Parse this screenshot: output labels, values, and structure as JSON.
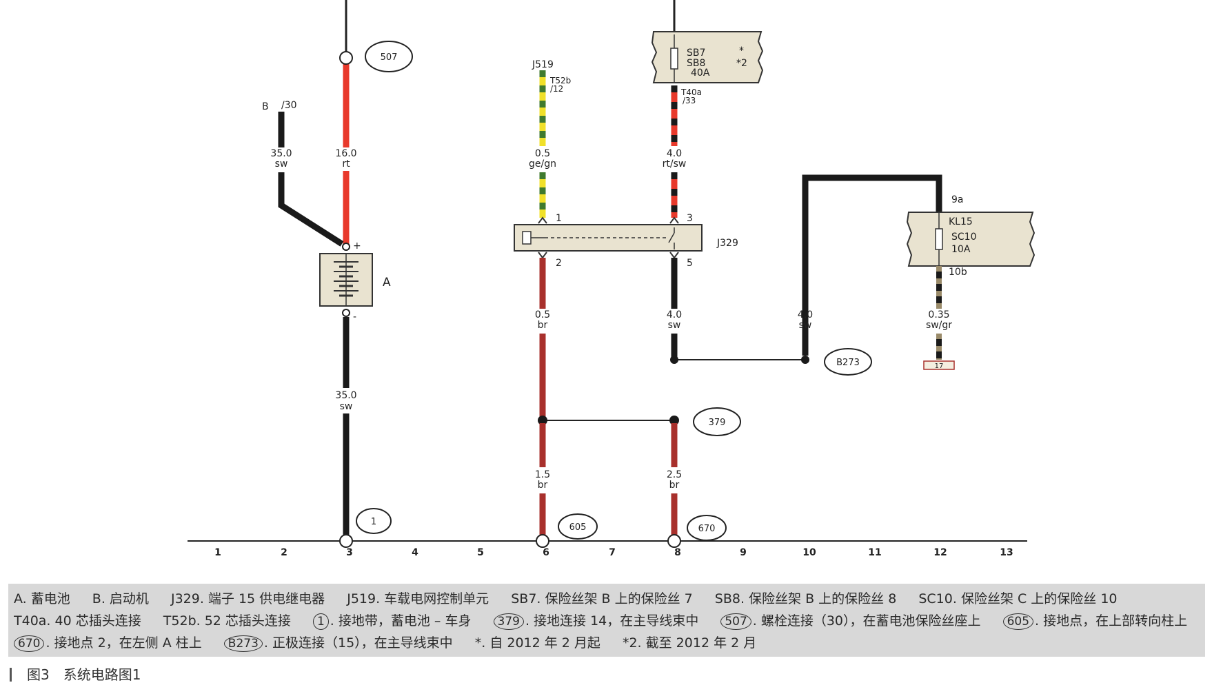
{
  "wires": [
    {
      "id": "w507",
      "gauge": "16.0",
      "color": "rt"
    },
    {
      "id": "wB",
      "gauge": "35.0",
      "color": "sw"
    },
    {
      "id": "wBat",
      "gauge": "35.0",
      "color": "sw"
    },
    {
      "id": "wJ519",
      "gauge": "0.5",
      "color": "ge/gn"
    },
    {
      "id": "wSB",
      "gauge": "4.0",
      "color": "rt/sw"
    },
    {
      "id": "wJ329_2",
      "gauge": "0.5",
      "color": "br"
    },
    {
      "id": "wJ329_5",
      "gauge": "4.0",
      "color": "sw"
    },
    {
      "id": "wKL15",
      "gauge": "4.0",
      "color": "sw"
    },
    {
      "id": "wSC",
      "gauge": "0.35",
      "color": "sw/gr"
    },
    {
      "id": "w605",
      "gauge": "1.5",
      "color": "br"
    },
    {
      "id": "w670",
      "gauge": "2.5",
      "color": "br"
    }
  ],
  "bubbles": {
    "b507": "507",
    "b1": "1",
    "b605": "605",
    "b670": "670",
    "b379": "379",
    "bB273": "B273"
  },
  "components": {
    "battery": "A",
    "starter_b": "B",
    "starter_30": "/30",
    "j519": "J519",
    "t52b": "T52b",
    "t52b_pin": "/12",
    "t40a": "T40a",
    "t40a_pin": "/33",
    "j329": "J329",
    "pin1": "1",
    "pin2": "2",
    "pin3": "3",
    "pin5": "5",
    "plus": "+",
    "minus": "-",
    "sb7": "SB7",
    "sb8": "SB8",
    "sb_amp": "40A",
    "star": "*",
    "star2": "*2",
    "kl15": "KL15",
    "sc10": "SC10",
    "sc_amp": "10A",
    "pin9a": "9a",
    "pin10b": "10b",
    "ref17": "17"
  },
  "ruler": [
    "1",
    "2",
    "3",
    "4",
    "5",
    "6",
    "7",
    "8",
    "9",
    "10",
    "11",
    "12",
    "13"
  ],
  "legend": {
    "row1": [
      "A. 蓄电池",
      "B. 启动机",
      "J329. 端子 15 供电继电器",
      "J519. 车载电网控制单元",
      "SB7. 保险丝架 B 上的保险丝 7",
      "SB8. 保险丝架 B 上的保险丝 8",
      "SC10. 保险丝架 C 上的保险丝 10"
    ],
    "row2": {
      "t40a": "T40a. 40 芯插头连接",
      "t52b": "T52b. 52 芯插头连接",
      "c1": "1",
      "c1_text": ". 接地带，蓄电池 – 车身",
      "c379": "379",
      "c379_text": ". 接地连接 14，在主导线束中",
      "c507": "507",
      "c507_text": ". 螺栓连接（30），在蓄电池保险丝座上",
      "c605": "605",
      "c605_text": ". 接地点，在上部转向柱上"
    },
    "row3": {
      "c670": "670",
      "c670_text": ". 接地点 2，在左侧 A 柱上",
      "cB273": "B273",
      "cB273_text": ". 正极连接（15），在主导线束中",
      "note1": "*. 自 2012 年 2 月起",
      "note2": "*2. 截至 2012 年 2 月"
    }
  },
  "caption": "图3　系统电路图1",
  "colors": {
    "red": "#e8392b",
    "darkred": "#a8302c",
    "black": "#1a1a1a",
    "yellow": "#f0e02a",
    "green": "#3f7a2e",
    "legend_bg": "#d8d8d8"
  }
}
